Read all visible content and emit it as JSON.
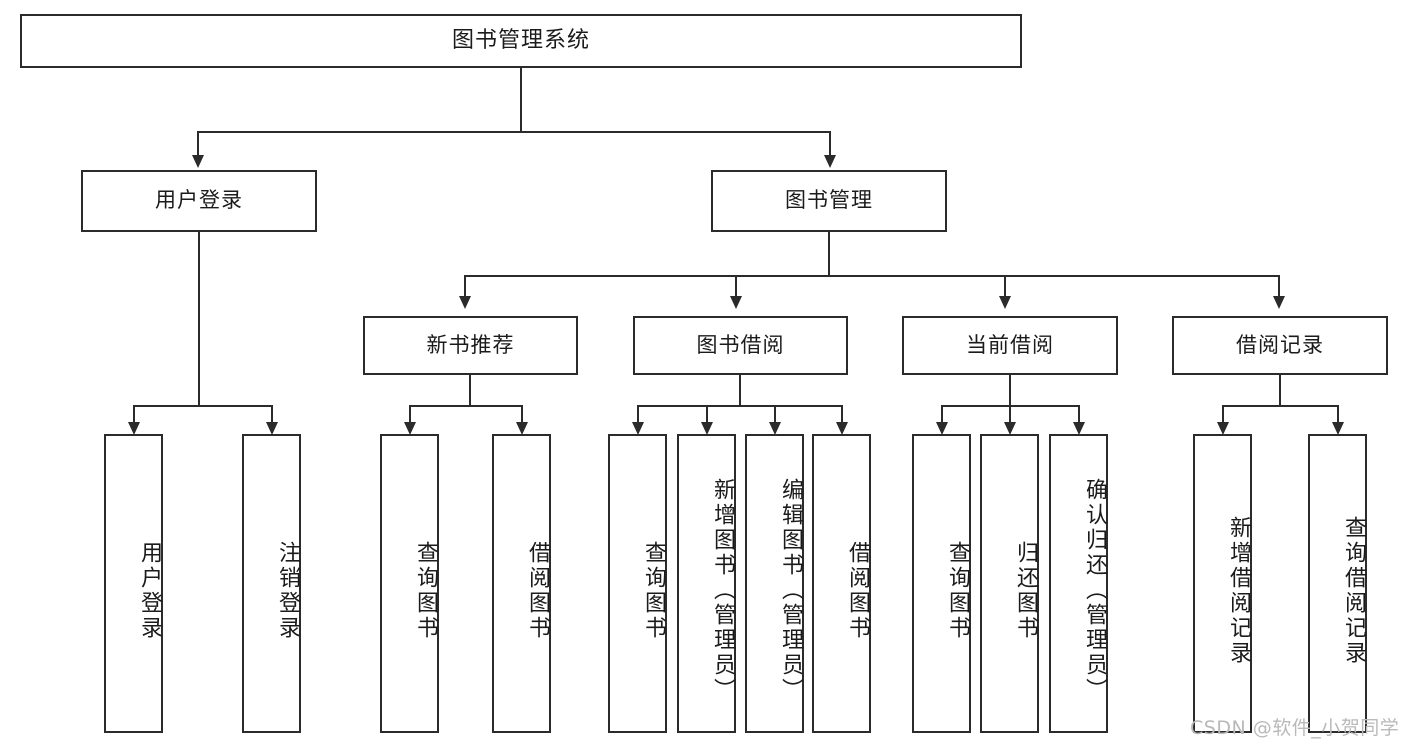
{
  "diagram": {
    "type": "tree",
    "title": "图书管理系统",
    "watermark": "CSDN @软件_小贺同学",
    "colors": {
      "stroke": "#2b2b2b",
      "fill": "#ffffff",
      "text": "#1b1b1b",
      "watermark": "#b9b9b9"
    },
    "nodes": {
      "root": {
        "label": "图书管理系统",
        "level": 0
      },
      "l1": [
        {
          "id": "user-login",
          "label": "用户登录"
        },
        {
          "id": "book-manage",
          "label": "图书管理"
        }
      ],
      "l2": [
        {
          "id": "new-book-recommend",
          "label": "新书推荐",
          "parent": "book-manage"
        },
        {
          "id": "book-borrow",
          "label": "图书借阅",
          "parent": "book-manage"
        },
        {
          "id": "current-borrow",
          "label": "当前借阅",
          "parent": "book-manage"
        },
        {
          "id": "borrow-record",
          "label": "借阅记录",
          "parent": "book-manage"
        }
      ],
      "leaves": [
        {
          "id": "leaf-user-login",
          "label": "用户登录",
          "parent": "user-login"
        },
        {
          "id": "leaf-logout",
          "label": "注销登录",
          "parent": "user-login"
        },
        {
          "id": "leaf-query-book-1",
          "label": "查询图书",
          "parent": "new-book-recommend"
        },
        {
          "id": "leaf-borrow-book-1",
          "label": "借阅图书",
          "parent": "new-book-recommend"
        },
        {
          "id": "leaf-query-book-2",
          "label": "查询图书",
          "parent": "book-borrow"
        },
        {
          "id": "leaf-add-book",
          "label": "新增图书（管理员）",
          "parent": "book-borrow"
        },
        {
          "id": "leaf-edit-book",
          "label": "编辑图书（管理员）",
          "parent": "book-borrow"
        },
        {
          "id": "leaf-borrow-book-2",
          "label": "借阅图书",
          "parent": "book-borrow"
        },
        {
          "id": "leaf-query-book-3",
          "label": "查询图书",
          "parent": "current-borrow"
        },
        {
          "id": "leaf-return-book",
          "label": "归还图书",
          "parent": "current-borrow"
        },
        {
          "id": "leaf-confirm-return",
          "label": "确认归还（管理员）",
          "parent": "current-borrow"
        },
        {
          "id": "leaf-add-record",
          "label": "新增借阅记录",
          "parent": "borrow-record"
        },
        {
          "id": "leaf-query-record",
          "label": "查询借阅记录",
          "parent": "borrow-record"
        }
      ]
    }
  }
}
